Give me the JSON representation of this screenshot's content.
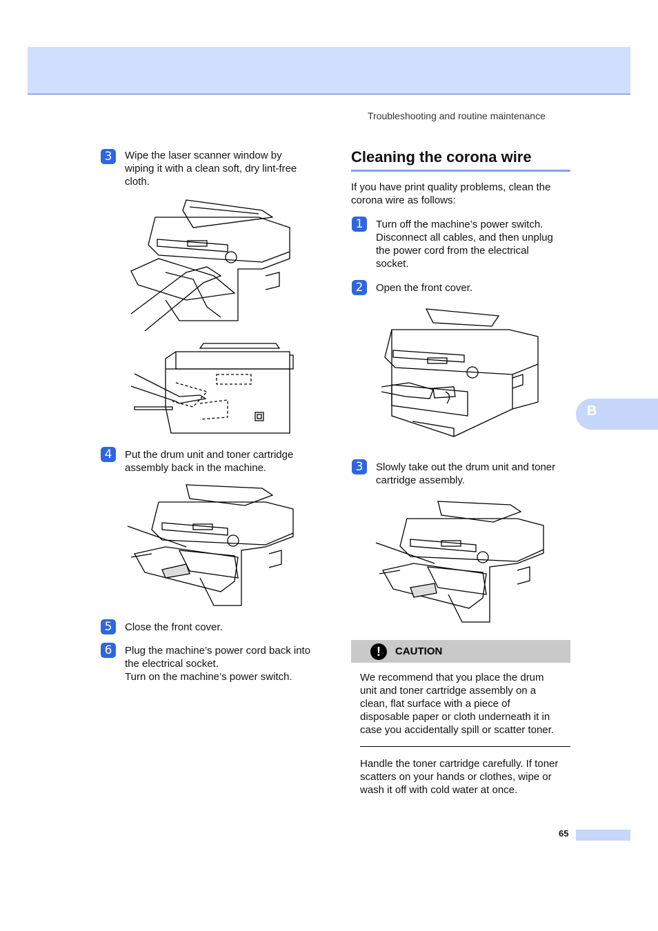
{
  "header": {
    "running_head": "Troubleshooting and routine maintenance",
    "side_tab": "B",
    "band_color": "#cfdfff"
  },
  "left_column": {
    "steps": [
      {
        "number": "3",
        "text_lines": [
          "Wipe the laser scanner window by",
          "wiping it with a clean soft, dry lint-free",
          "cloth."
        ]
      },
      {
        "number": "4",
        "text_lines": [
          "Put the drum unit and toner cartridge",
          "assembly back in the machine."
        ]
      },
      {
        "number": "5",
        "text_lines": [
          "Close the front cover."
        ]
      },
      {
        "number": "6",
        "text_lines": [
          "Plug the machine’s power cord back into",
          "the electrical socket.",
          "Turn on the machine’s power switch."
        ]
      }
    ]
  },
  "right_column": {
    "section_title": "Cleaning the corona wire",
    "intro_lines": [
      "If you have print quality problems, clean the",
      "corona wire as follows:"
    ],
    "steps": [
      {
        "number": "1",
        "text_lines": [
          "Turn off the machine’s power switch.",
          "Disconnect all cables, and then unplug",
          "the power cord from the electrical",
          "socket."
        ]
      },
      {
        "number": "2",
        "text_lines": [
          "Open the front cover."
        ]
      },
      {
        "number": "3",
        "text_lines": [
          "Slowly take out the drum unit and toner",
          "cartridge assembly."
        ]
      }
    ],
    "caution": {
      "label": "CAUTION",
      "icon": "exclamation-icon",
      "paragraph1_lines": [
        "We recommend that you place the drum",
        "unit and toner cartridge assembly on a",
        "clean, flat surface with a piece of",
        "disposable paper or cloth underneath it in",
        "case you accidentally spill or scatter toner."
      ],
      "paragraph2_lines": [
        "Handle the toner cartridge carefully. If toner",
        "scatters on your hands or clothes, wipe or",
        "wash it off with cold water at once."
      ]
    }
  },
  "footer": {
    "page_number": "65"
  },
  "colors": {
    "accent": "#2f66e0",
    "tab": "#c6d7fb",
    "caution_bar": "#c9c9c9"
  }
}
